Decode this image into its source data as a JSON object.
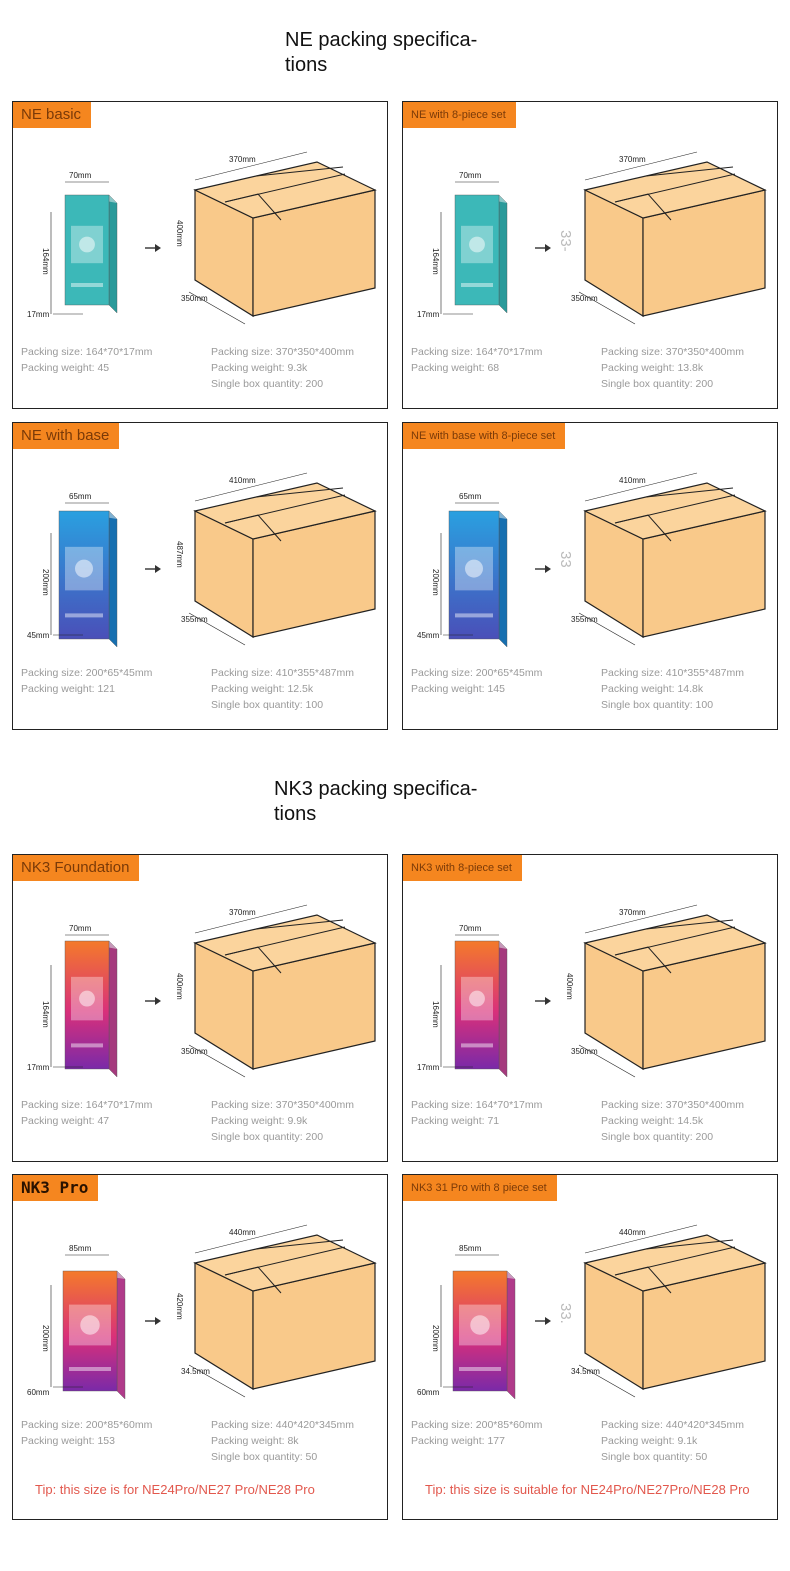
{
  "sections": [
    {
      "title_line1": "NE packing specifica-",
      "title_line2": "tions"
    },
    {
      "title_line1": "NK3 packing specifica-",
      "title_line2": "tions"
    }
  ],
  "cards": [
    {
      "tag": "NE basic",
      "pkg_w": "70mm",
      "pkg_h": "164mm",
      "pkg_d": "17mm",
      "box_w": "370mm",
      "box_h": "400mm",
      "box_d": "350mm",
      "left_size": "Packing size: 164*70*17mm",
      "left_weight": "Packing weight: 45",
      "right_size": "Packing size: 370*350*400mm",
      "right_weight": "Packing weight: 9.3k",
      "right_qty": "Single box quantity: 200",
      "side_mark": "",
      "tip": ""
    },
    {
      "tag": "NE with 8-piece set",
      "pkg_w": "70mm",
      "pkg_h": "164mm",
      "pkg_d": "17mm",
      "box_w": "370mm",
      "box_h": "",
      "box_d": "350mm",
      "left_size": "Packing size: 164*70*17mm",
      "left_weight": "Packing weight: 68",
      "right_size": "Packing size: 370*350*400mm",
      "right_weight": "Packing weight: 13.8k",
      "right_qty": "Single box quantity: 200",
      "side_mark": "33-",
      "tip": ""
    },
    {
      "tag": "NE with base",
      "pkg_w": "65mm",
      "pkg_h": "200mm",
      "pkg_d": "45mm",
      "box_w": "410mm",
      "box_h": "487mm",
      "box_d": "355mm",
      "left_size": "Packing size: 200*65*45mm",
      "left_weight": "Packing weight: 121",
      "right_size": "Packing size: 410*355*487mm",
      "right_weight": "Packing weight: 12.5k",
      "right_qty": "Single box quantity: 100",
      "side_mark": "",
      "tip": ""
    },
    {
      "tag": "NE with base with 8-piece set",
      "pkg_w": "65mm",
      "pkg_h": "200mm",
      "pkg_d": "45mm",
      "box_w": "410mm",
      "box_h": "",
      "box_d": "355mm",
      "left_size": "Packing size: 200*65*45mm",
      "left_weight": "Packing weight: 145",
      "right_size": "Packing size: 410*355*487mm",
      "right_weight": "Packing weight: 14.8k",
      "right_qty": "Single box quantity: 100",
      "side_mark": "33",
      "tip": ""
    },
    {
      "tag": "NK3 Foundation",
      "pkg_w": "70mm",
      "pkg_h": "164mm",
      "pkg_d": "17mm",
      "box_w": "370mm",
      "box_h": "400mm",
      "box_d": "350mm",
      "left_size": "Packing size: 164*70*17mm",
      "left_weight": "Packing weight: 47",
      "right_size": "Packing size: 370*350*400mm",
      "right_weight": "Packing weight: 9.9k",
      "right_qty": "Single box quantity: 200",
      "side_mark": "",
      "tip": ""
    },
    {
      "tag": "NK3 with 8-piece set",
      "pkg_w": "70mm",
      "pkg_h": "164mm",
      "pkg_d": "17mm",
      "box_w": "370mm",
      "box_h": "400mm",
      "box_d": "350mm",
      "left_size": "Packing size: 164*70*17mm",
      "left_weight": "Packing weight: 71",
      "right_size": "Packing size: 370*350*400mm",
      "right_weight": "Packing weight: 14.5k",
      "right_qty": "Single box quantity: 200",
      "side_mark": "",
      "tip": ""
    },
    {
      "tag": "NK3 Pro",
      "pkg_w": "85mm",
      "pkg_h": "200mm",
      "pkg_d": "60mm",
      "box_w": "440mm",
      "box_h": "420mm",
      "box_d": "34.5mm",
      "left_size": "Packing size: 200*85*60mm",
      "left_weight": "Packing weight: 153",
      "right_size": "Packing size: 440*420*345mm",
      "right_weight": "Packing weight: 8k",
      "right_qty": "Single box quantity: 50",
      "side_mark": "",
      "tip": "Tip: this size is for NE24Pro/NE27 Pro/NE28 Pro"
    },
    {
      "tag": "NK3 31 Pro with 8 piece set",
      "pkg_w": "85mm",
      "pkg_h": "200mm",
      "pkg_d": "60mm",
      "box_w": "440mm",
      "box_h": "",
      "box_d": "34.5mm",
      "left_size": "Packing size: 200*85*60mm",
      "left_weight": "Packing weight: 177",
      "right_size": "Packing size: 440*420*345mm",
      "right_weight": "Packing weight: 9.1k",
      "right_qty": "Single box quantity: 50",
      "side_mark": "33.",
      "tip": "Tip: this size is suitable for NE24Pro/NE27Pro/NE28 Pro"
    }
  ],
  "colors": {
    "accent": "#f5861f",
    "box": "#f9c98a",
    "box_top": "#fbd49d",
    "tip": "#e2584d",
    "ne_pkg": "#3cb8b8",
    "base_pkg": "#1f8fd6",
    "nk3_pkg": "#e4542a"
  }
}
